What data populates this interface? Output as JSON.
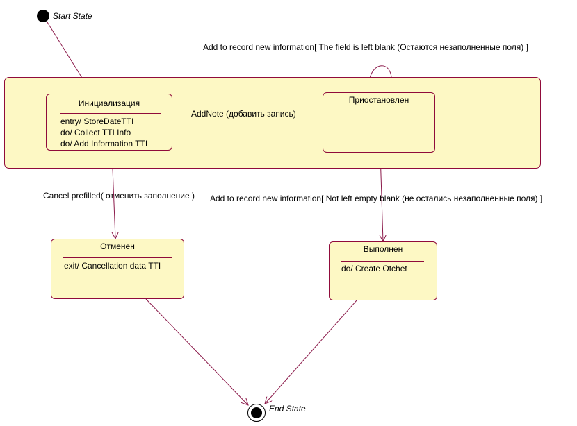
{
  "colors": {
    "fill": "#fdf8c4",
    "border": "#900b3b",
    "arrow": "#8b1a4a"
  },
  "pseudostates": {
    "start": {
      "label": "Start State"
    },
    "end": {
      "label": "End State"
    }
  },
  "states": {
    "init": {
      "name": "Инициализация",
      "entry": "entry/ StoreDateTTI",
      "do1": "do/ Collect TTI Info",
      "do2": "do/ Add Information TTI"
    },
    "paused": {
      "name": "Приостановлен"
    },
    "cancelled": {
      "name": "Отменен",
      "exit": "exit/ Cancellation data TTI"
    },
    "done": {
      "name": "Выполнен",
      "do": "do/ Create Otchet"
    }
  },
  "transitions": {
    "self_loop": "Add to record new information[ The field is left blank (Остаются незаполненные поля) ]",
    "add_note": "AddNote (добавить запись)",
    "cancel": "Cancel prefilled( отменить заполнение )",
    "complete": "Add to record new information[ Not left empty blank (не остались незаполненные поля) ]"
  }
}
